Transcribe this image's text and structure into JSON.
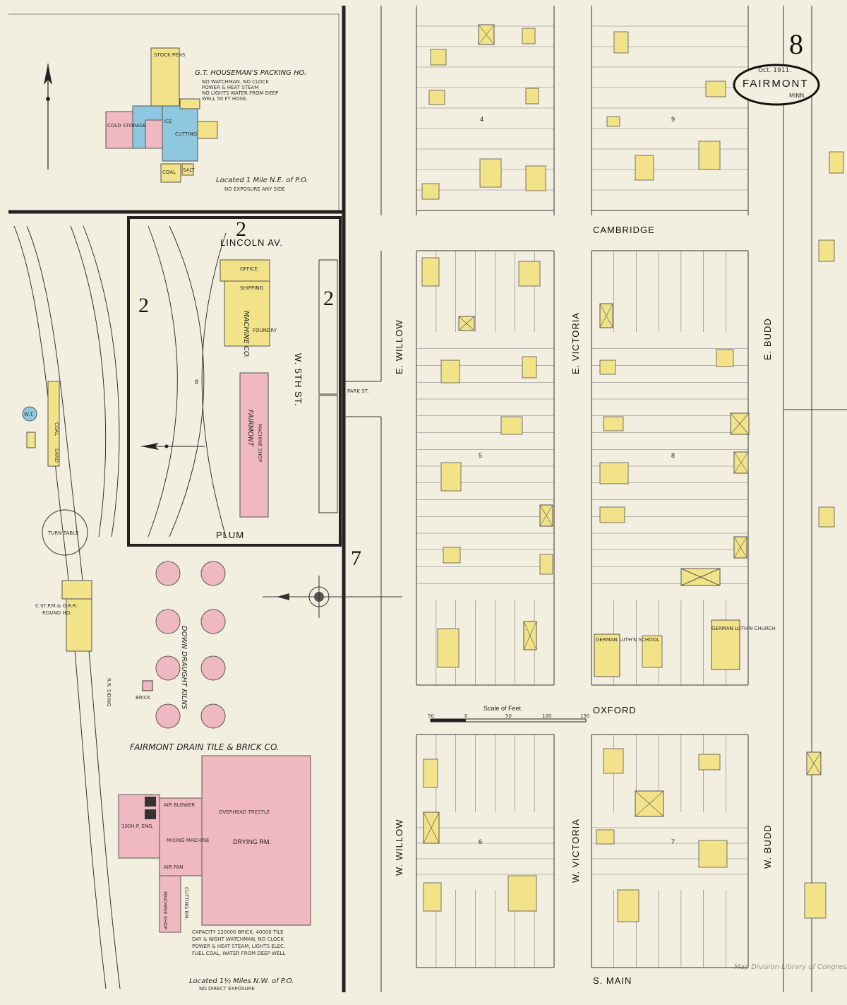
{
  "sheet": {
    "number": "8",
    "date": "Oct. 1911.",
    "city": "FAIRMONT",
    "state": "MINN."
  },
  "streets": {
    "lincoln": "LINCOLN AV.",
    "cambridge": "CAMBRIDGE",
    "oxford": "OXFORD",
    "plum": "PLUM",
    "s_main": "S. MAIN",
    "w_5th": "W. 5TH ST.",
    "e_willow": "E. WILLOW",
    "e_victoria": "E. VICTORIA",
    "e_budd": "E. BUDD",
    "w_willow": "W. WILLOW",
    "w_victoria": "W. VICTORIA",
    "w_budd": "W. BUDD",
    "park": "PARK ST."
  },
  "blocks": {
    "b2a": "2",
    "b2b": "2",
    "b2c": "2",
    "b4": "4",
    "b5": "5",
    "b6": "6",
    "b7": "7",
    "b7b": "7",
    "b8": "8",
    "b8b": "8",
    "b9": "9"
  },
  "packing": {
    "title": "G.T. HOUSEMAN'S PACKING HO.",
    "note1": "NO WATCHMAN. NO CLOCK",
    "note2": "POWER & HEAT STEAM",
    "note3": "NO LIGHTS WATER FROM DEEP",
    "note4": "WELL 50 FT HOSE.",
    "stock_pens": "STOCK PENS",
    "cold_storage": "COLD STORAGE",
    "ice": "ICE",
    "cutting": "CUTTING",
    "coal": "COAL",
    "salt": "SALT",
    "located": "Located 1 Mile N.E. of P.O.",
    "exposure": "NO EXPOSURE ANY SIDE"
  },
  "machine_co": {
    "name1": "MACHINE CO.",
    "name2": "FAIRMONT",
    "office": "OFFICE",
    "shipping": "SHIPPING",
    "foundry": "FOUNDRY",
    "machine_shop": "MACHINE SHOP"
  },
  "railroad": {
    "turn_table": "TURN TABLE",
    "round_house_1": "C.ST.P.M.& O.R.R.",
    "round_house_2": "ROUND HO.",
    "coal": "COAL",
    "sand": "SAND",
    "siding": "R.R. SIDING",
    "water_tank": "W.T."
  },
  "brick_co": {
    "title": "FAIRMONT DRAIN TILE & BRICK CO.",
    "kilns": "DOWN DRAUGHT KILNS",
    "drying": "DRYING RM.",
    "mixing": "MIXING MACHINE",
    "blower": "AIR BLOWER",
    "trestle": "OVERHEAD TRESTLE",
    "engine": "100H.P. ENG.",
    "fan": "AIR FAN",
    "cutting": "CUTTING RM.",
    "shop": "MACHINE SHOP",
    "capacity": "CAPACITY 120000 BRICK, 40000 TILE",
    "note1": "DAY & NIGHT WATCHMAN, NO CLOCK",
    "note2": "POWER & HEAT STEAM, LIGHTS ELEC.",
    "note3": "FUEL COAL, WATER FROM DEEP WELL",
    "located": "Located 1½ Miles N.W. of P.O.",
    "exposure": "NO DIRECT EXPOSURE",
    "brick": "BRICK"
  },
  "church": {
    "church": "GERMAN LUTH'N CHURCH",
    "school": "GERMAN LUTH'N SCHOOL"
  },
  "scale": {
    "label": "Scale of Feet.",
    "t0": "50",
    "t1": "0",
    "t2": "50",
    "t3": "100",
    "t4": "150"
  },
  "stamp": "Map Division Library of Congress",
  "colors": {
    "paper": "#f3efe0",
    "frame": "#in",
    "dwelling": "#f2e288",
    "brick": "#f0b9c2",
    "stone": "#8ec7e0",
    "line": "#333333"
  },
  "icons": {
    "north": "north-arrow-icon",
    "compass": "compass-rose-icon"
  }
}
